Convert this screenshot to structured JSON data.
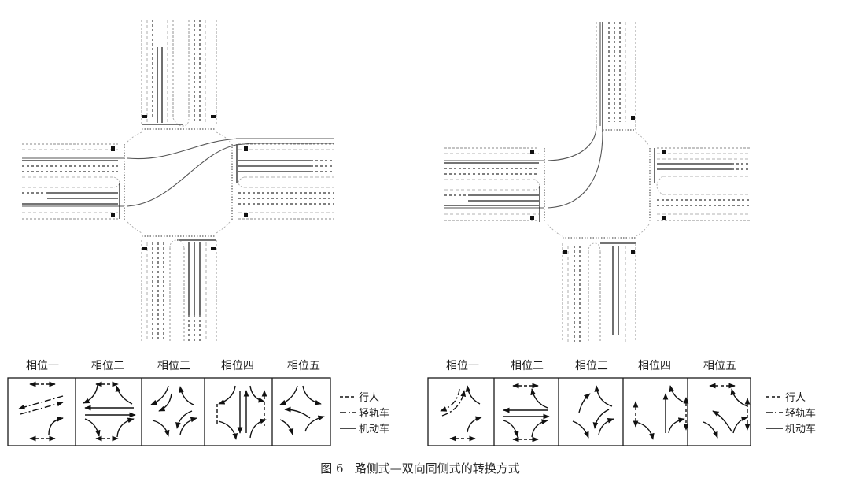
{
  "figure": {
    "caption": "图 6   路侧式—双向同侧式的转换方式",
    "left_diagram": {
      "description": "路侧式 intersection layout",
      "rail_route": "light rail enters from west-approach kerb side and crosses diagonally to the east approach's north side",
      "phase_labels": [
        "相位一",
        "相位二",
        "相位三",
        "相位四",
        "相位五"
      ],
      "legend": [
        {
          "style": "dashed",
          "label": "行人"
        },
        {
          "style": "dash-dot",
          "label": "轻轨车"
        },
        {
          "style": "solid",
          "label": "机动车"
        }
      ]
    },
    "right_diagram": {
      "description": "双向同侧式 intersection layout",
      "rail_route": "light rail from west approach turns north onto the west side of the north approach",
      "phase_labels": [
        "相位一",
        "相位二",
        "相位三",
        "相位四",
        "相位五"
      ],
      "legend": [
        {
          "style": "dashed",
          "label": "行人"
        },
        {
          "style": "dash-dot",
          "label": "轻轨车"
        },
        {
          "style": "solid",
          "label": "机动车"
        }
      ]
    }
  }
}
